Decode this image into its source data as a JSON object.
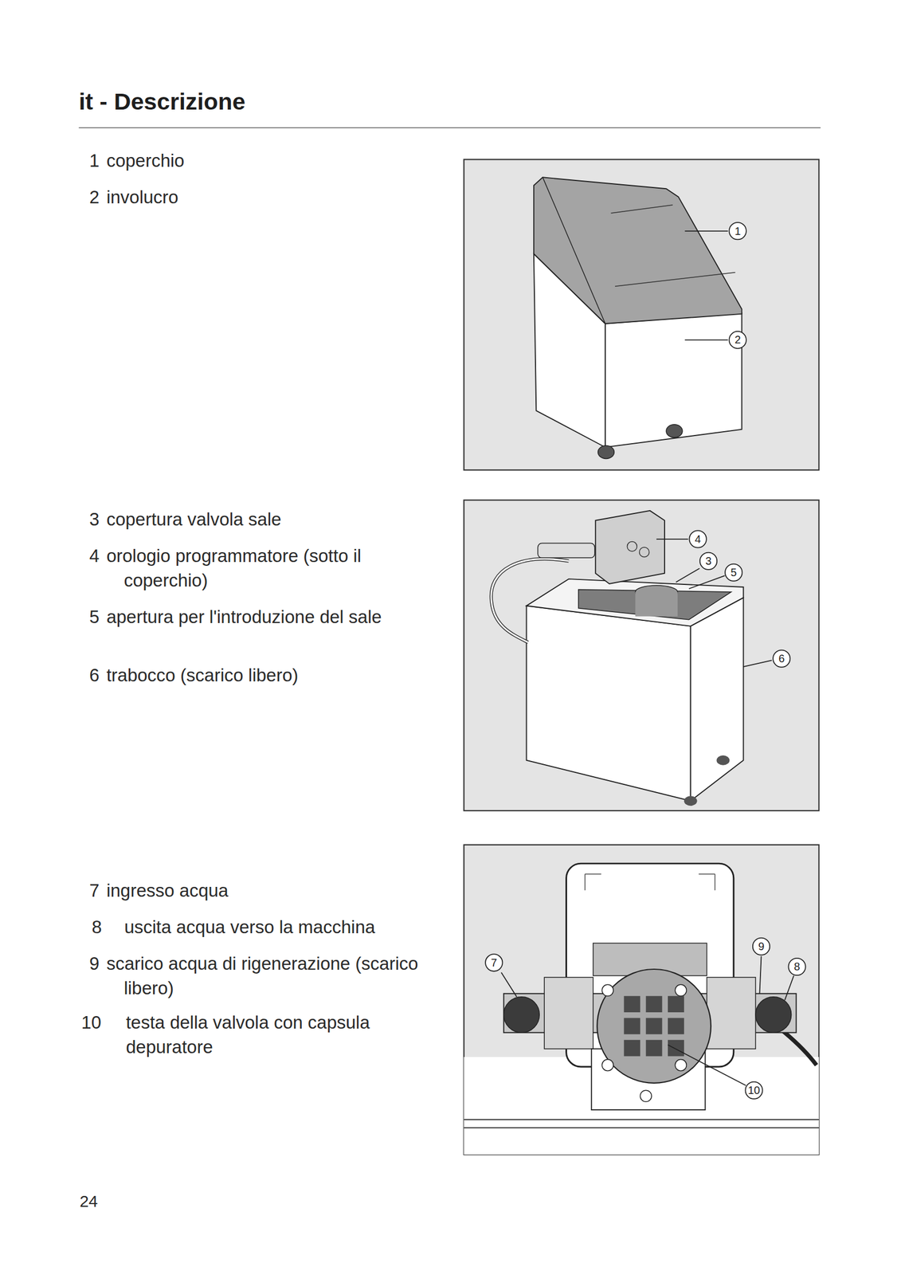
{
  "diagram": {
    "title": "it - Descrizione",
    "labels": [
      "1",
      "coperchio",
      "2",
      "involucro",
      "3",
      "copertura valvola sale",
      "4",
      "orologio programmatore (sotto il coperchio)",
      "5",
      "apertura per l'introduzione del sale",
      "6",
      "trabocco (scarico libero)",
      "7",
      "ingresso acqua",
      "8",
      "uscita acqua verso la macchina",
      "9",
      "scarico acqua di rigenerazione (scarico libero)",
      "10",
      "testa della valvola con capsula depuratore",
      "1",
      "2",
      "4",
      "3",
      "5",
      "6",
      "7",
      "9",
      "8",
      "10",
      "24"
    ]
  }
}
